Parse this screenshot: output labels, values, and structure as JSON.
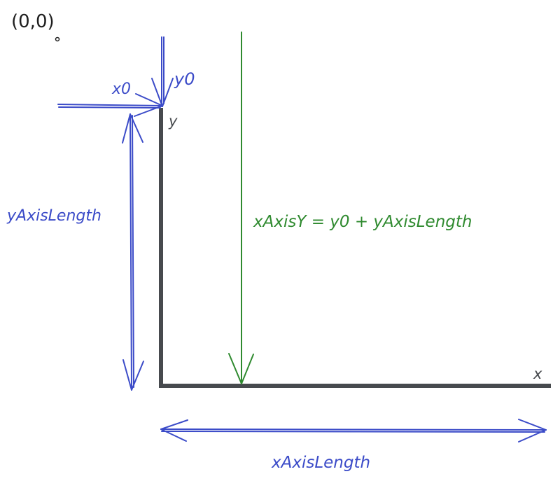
{
  "labels": {
    "origin": "(0,0)",
    "x0": "x0",
    "y0": "y0",
    "y_axis": "y",
    "x_axis": "x",
    "y_axis_length": "yAxisLength",
    "formula": "xAxisY = y0 + yAxisLength",
    "x_axis_length": "xAxisLength"
  },
  "colors": {
    "axis": "#474a4e",
    "blue": "#3b4bc8",
    "green": "#2f8a2f",
    "dark": "#1e1e1e",
    "origin_dot": "#1e1e1e"
  }
}
